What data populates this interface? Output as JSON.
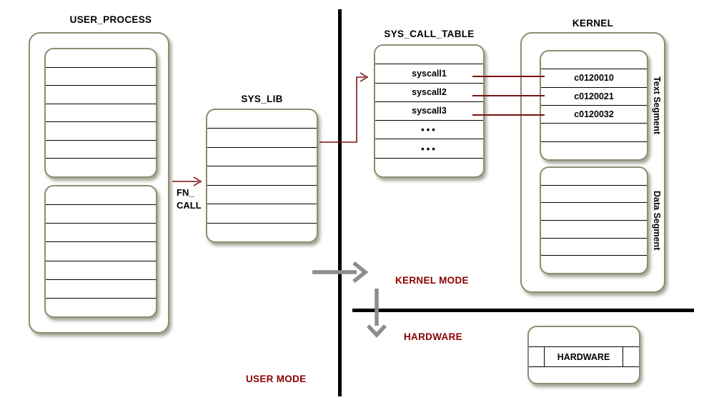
{
  "titles": {
    "user_process": "USER_PROCESS",
    "sys_lib": "SYS_LIB",
    "sys_call_table": "SYS_CALL_TABLE",
    "kernel": "KERNEL"
  },
  "fn_call_label": "FN_\nCALL",
  "sys_call_table": {
    "rows": [
      "",
      "syscall1",
      "syscall2",
      "syscall3",
      "•••",
      "•••",
      ""
    ]
  },
  "kernel": {
    "text_segment": {
      "label": "Text Segment",
      "rows": [
        "",
        "c0120010",
        "c0120021",
        "c0120032",
        "",
        ""
      ]
    },
    "data_segment": {
      "label": "Data Segment"
    }
  },
  "mode_labels": {
    "kernel_mode": "KERNEL MODE",
    "hardware": "HARDWARE",
    "user_mode": "USER MODE"
  },
  "hardware_box": {
    "label": "HARDWARE"
  },
  "colors": {
    "accent_red": "#8B0000",
    "connector_red": "#7b1212",
    "arrow_gray": "#8d8d8d",
    "divider_black": "#000000",
    "box_border": "#8d8d72"
  }
}
